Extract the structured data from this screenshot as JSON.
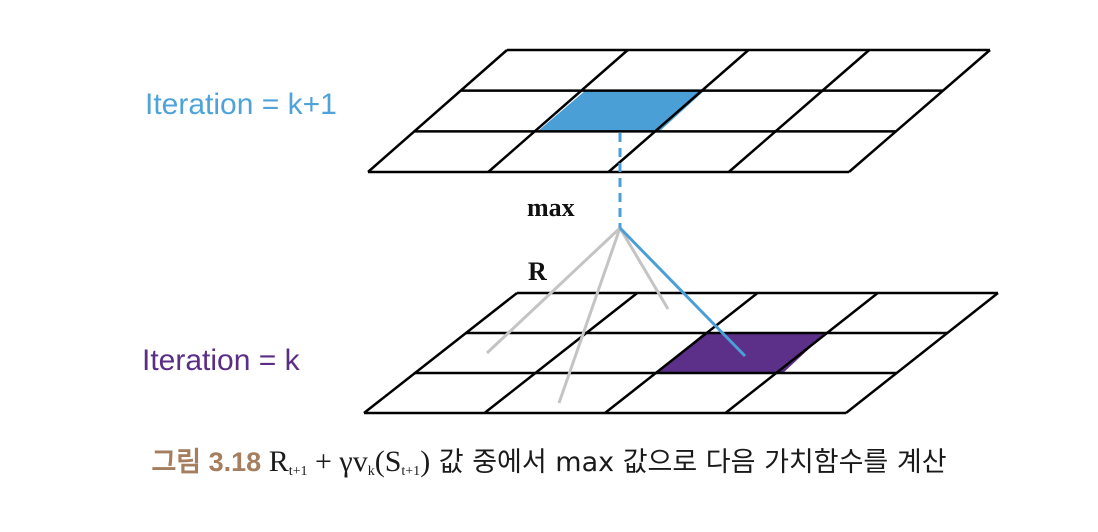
{
  "labels": {
    "top_iteration": "Iteration = k+1",
    "bottom_iteration": "Iteration = k",
    "max": "max",
    "reward": "R"
  },
  "caption": {
    "figure_label": "그림 3.18",
    "math_R": "R",
    "math_R_sub": "t+1",
    "math_plus_gamma": " + γv",
    "math_v_sub": "k",
    "math_S_open": "(S",
    "math_S_sub": "t+1",
    "math_S_close": ")",
    "description": " 값 중에서 max 값으로 다음 가치함수를 계산"
  },
  "colors": {
    "top_label": "#4fa3d8",
    "bottom_label": "#5b2d86",
    "top_cell_fill": "#4a9fd7",
    "bottom_cell_fill": "#5c3088",
    "chosen_line": "#4a9fd7",
    "other_lines": "#c4c4c4",
    "grid": "#000000"
  }
}
